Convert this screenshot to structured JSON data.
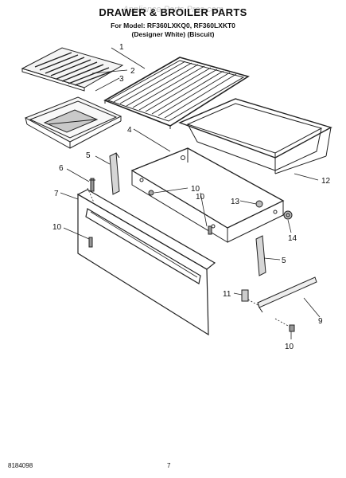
{
  "header": {
    "title": "DRAWER & BROILER PARTS",
    "model_line": "For Model: RF360LXKQ0, RF360LXKT0",
    "variant_line": "(Designer White)    (Biscuit)",
    "watermark": "Appliance Parts Pros.com"
  },
  "callouts": [
    "1",
    "2",
    "3",
    "4",
    "5",
    "6",
    "7",
    "10",
    "10",
    "13",
    "12",
    "14",
    "10",
    "5",
    "11",
    "9",
    "10"
  ],
  "footer": {
    "doc_number": "8184098",
    "page_number": "7"
  }
}
